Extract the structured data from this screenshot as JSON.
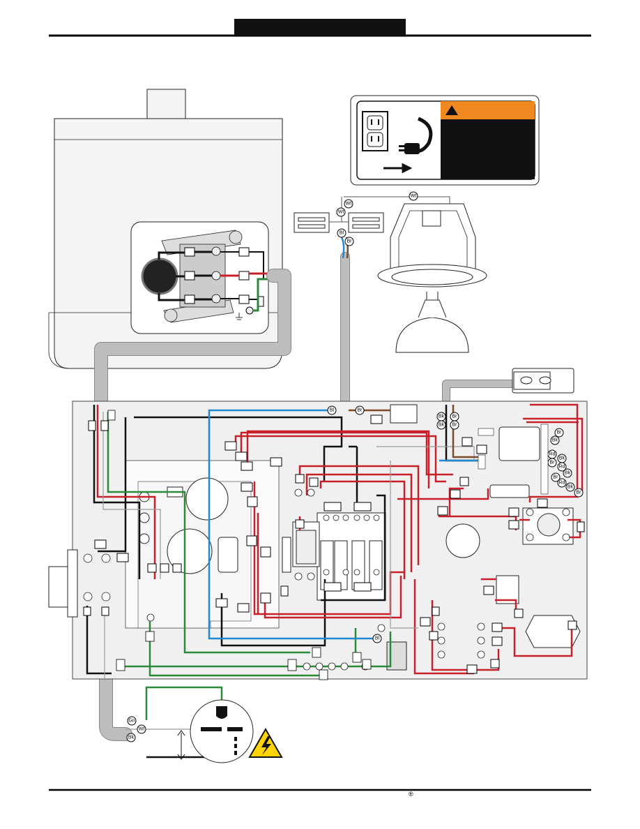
{
  "header": {
    "tab_label": ""
  },
  "footer": {
    "registered_mark": "®"
  },
  "wire_labels": {
    "white": "Wt",
    "blue": "Bl",
    "brown": "Br",
    "black": "Bk",
    "green": "Gn",
    "red": "Rd"
  },
  "colors": {
    "red": "#c8202a",
    "green": "#2a8a3a",
    "blue": "#1e8ad0",
    "black": "#111111",
    "brown": "#7a4a2a",
    "conduit": "#bdbdbd",
    "panel": "#f0f0f0",
    "warning_orange": "#f08a20",
    "warning_black": "#111111"
  },
  "icons": [
    "warning-triangle-icon",
    "electrical-hazard-icon",
    "outlet-icon",
    "plug-icon",
    "ground-icon"
  ]
}
